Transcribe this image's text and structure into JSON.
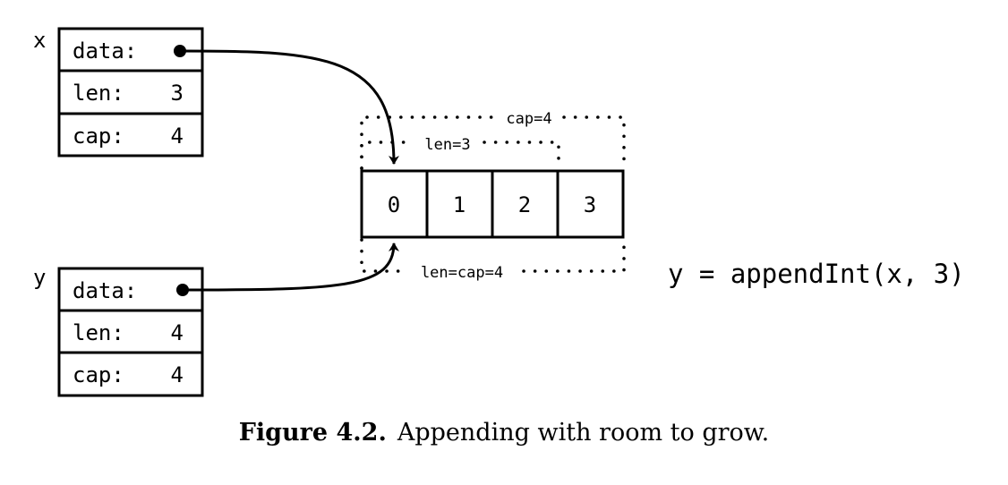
{
  "variables": [
    {
      "name": "x",
      "fields": [
        {
          "label": "data:",
          "value": ""
        },
        {
          "label": "len:",
          "value": "3"
        },
        {
          "label": "cap:",
          "value": "4"
        }
      ]
    },
    {
      "name": "y",
      "fields": [
        {
          "label": "data:",
          "value": ""
        },
        {
          "label": "len:",
          "value": "4"
        },
        {
          "label": "cap:",
          "value": "4"
        }
      ]
    }
  ],
  "array": {
    "cells": [
      "0",
      "1",
      "2",
      "3"
    ],
    "x_cap_label": "cap=4",
    "x_len_label": "len=3",
    "y_len_cap_label": "len=cap=4"
  },
  "code": "y = appendInt(x, 3)",
  "caption": {
    "label": "Figure 4.2.",
    "text": "Appending with room to grow."
  }
}
